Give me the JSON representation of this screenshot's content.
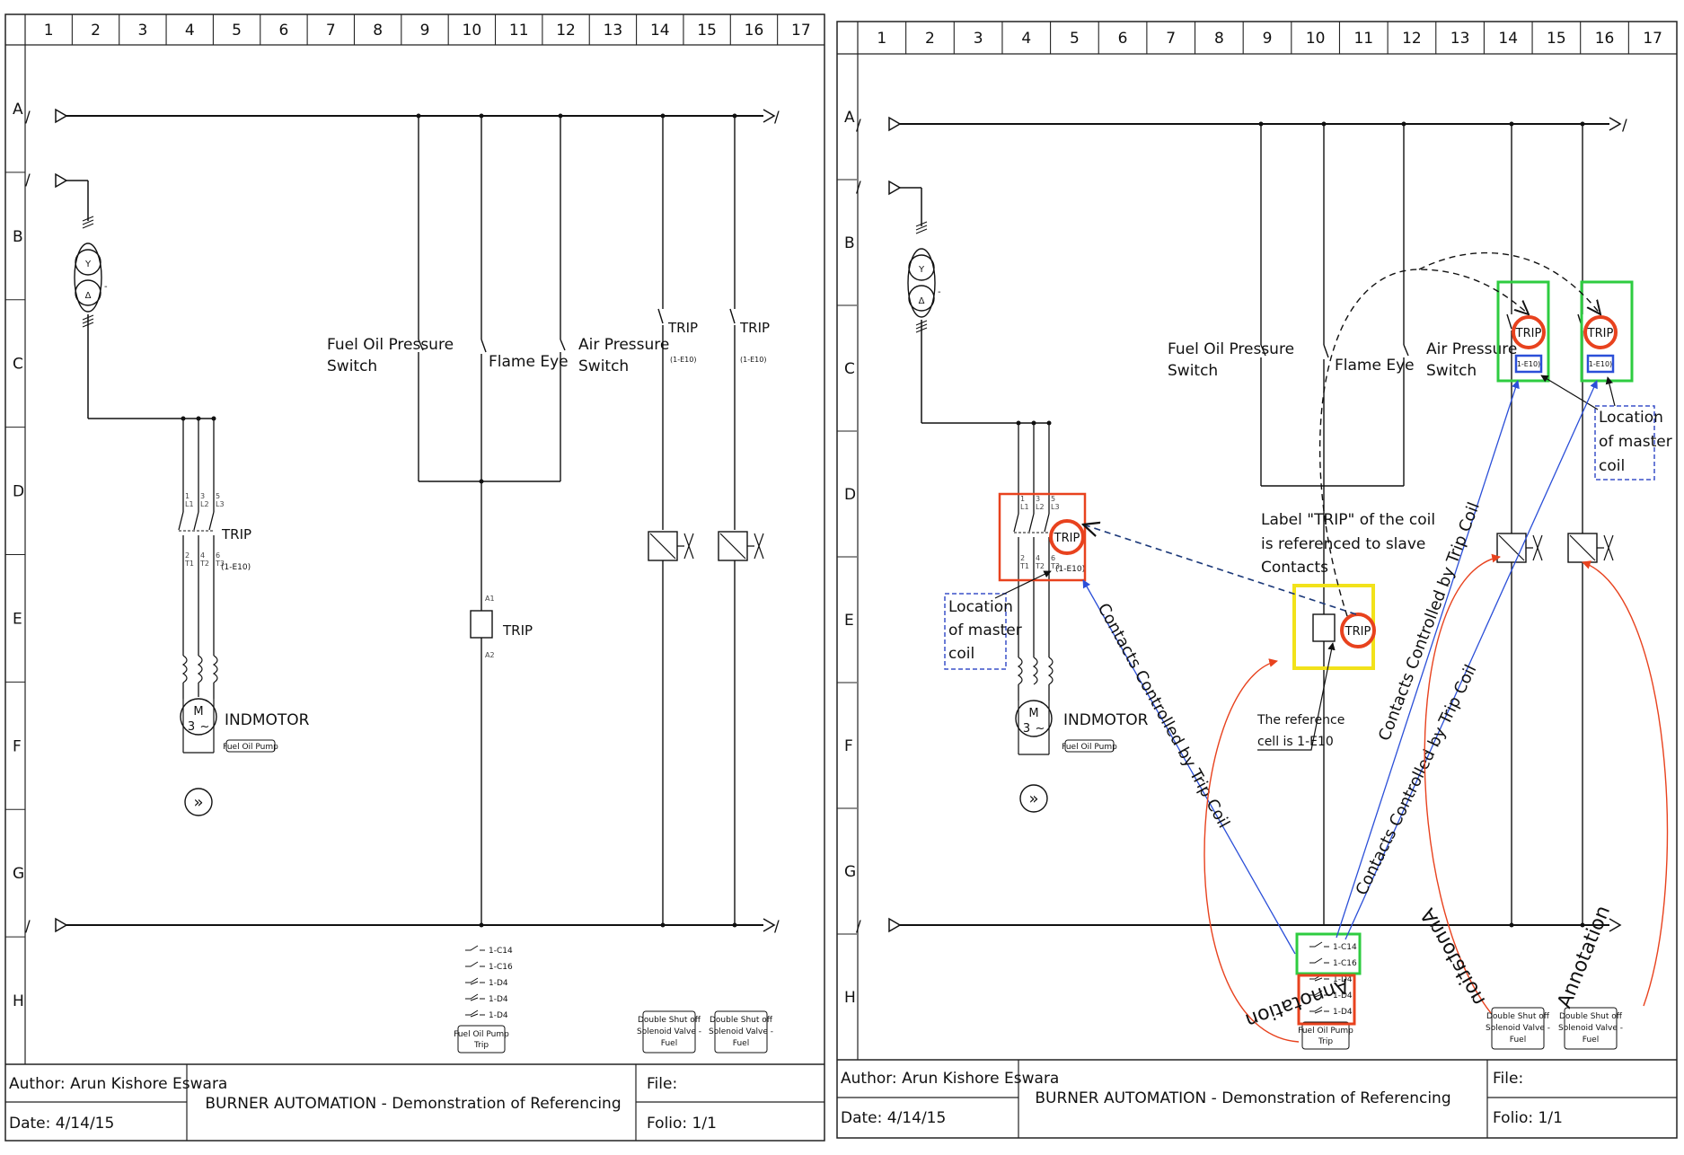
{
  "columns": [
    "1",
    "2",
    "3",
    "4",
    "5",
    "6",
    "7",
    "8",
    "9",
    "10",
    "11",
    "12",
    "13",
    "14",
    "15",
    "16",
    "17"
  ],
  "rows": [
    "A",
    "B",
    "C",
    "D",
    "E",
    "F",
    "G",
    "H"
  ],
  "labels": {
    "fuel_oil_pressure_l1": "Fuel Oil Pressure",
    "fuel_oil_pressure_l2": "Switch",
    "flame_eye": "Flame Eye",
    "air_pressure_l1": "Air Pressure",
    "air_pressure_l2": "Switch",
    "trip": "TRIP",
    "trip_ref": "(1-E10)",
    "trip_ref_boxed": "1-E10)",
    "motor_name": "INDMOTOR",
    "motor_desc": "Fuel Oil Pump",
    "motor_m": "M",
    "motor_3": "3",
    "motor_tilde": "~",
    "delta": "Δ",
    "wye": "Y",
    "coil_a1": "A1",
    "coil_a2": "A2",
    "pole_numbers_top": [
      "1",
      "L1",
      "3",
      "L2",
      "5",
      "L3"
    ],
    "pole_numbers_bot": [
      "2",
      "T1",
      "4",
      "T2",
      "6",
      "T3"
    ],
    "slash": "/",
    "dash": "-",
    "double_arrow": "»",
    "contact_refs": [
      "1-C14",
      "1-C16",
      "1-D4",
      "1-D4",
      "1-D4"
    ],
    "box_fuel_pump_l1": "Fuel Oil Pump",
    "box_fuel_pump_l2": "Trip",
    "box_solenoid_l1": "Double Shut off",
    "box_solenoid_l2": "Solenoid Valve -",
    "box_solenoid_l3": "Fuel"
  },
  "annotations": {
    "location_master_l1": "Location",
    "location_master_l2": "of master",
    "location_master_l3": "coil",
    "label_trip_l1": "Label \"TRIP\" of the coil",
    "label_trip_l2": "is referenced to slave",
    "label_trip_l3": "Contacts",
    "reference_cell_l1": "The reference",
    "reference_cell_l2": "cell is 1-E10",
    "contacts_controlled": "Contacts Controlled by Trip Coil",
    "annotation": "Annotation"
  },
  "title_block": {
    "author": "Author: Arun Kishore Eswara",
    "date": "Date: 4/14/15",
    "title": "BURNER AUTOMATION  -  Demonstration of Referencing",
    "file": "File:",
    "folio": "Folio: 1/1"
  },
  "colors": {
    "red": "#e8421e",
    "green": "#2ecc40",
    "yellow": "#f2e21a",
    "blue": "#2b4fd8",
    "dashblue": "#3a50c8"
  }
}
